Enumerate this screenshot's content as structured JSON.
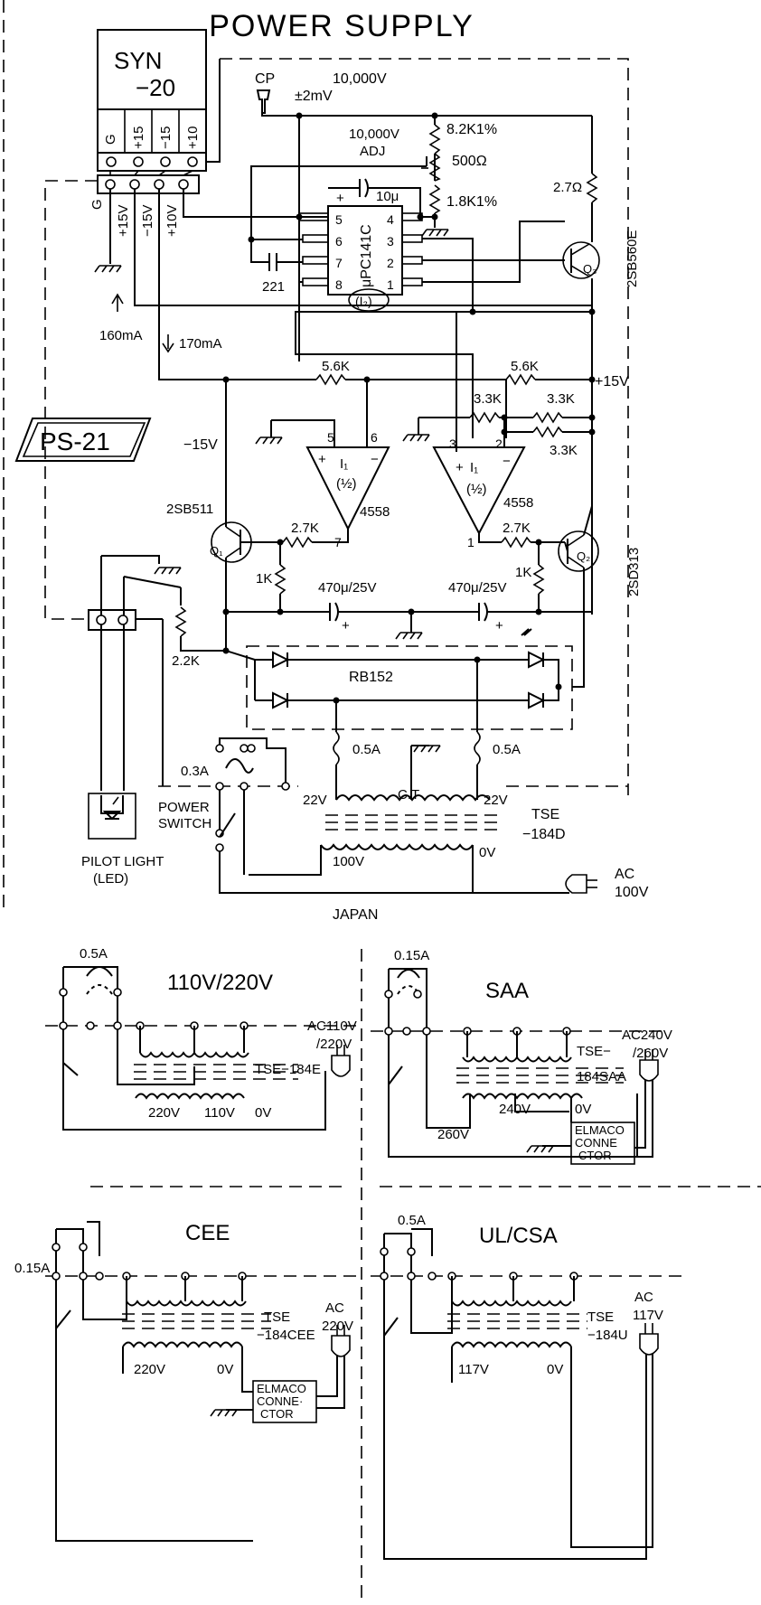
{
  "title": "POWER SUPPLY",
  "board": "PS-21",
  "module": {
    "name_top": "SYN",
    "name_bottom": "−20",
    "pins": [
      "G",
      "+15",
      "−15",
      "+10"
    ]
  },
  "connector_labels": [
    "G",
    "+15V",
    "−15V",
    "+10V"
  ],
  "currents": {
    "up": "160mA",
    "down": "170mA"
  },
  "reference": {
    "cp": "CP",
    "voltage": "10,000V",
    "tolerance": "±2mV",
    "adj_value": "10,000V",
    "adj": "ADJ",
    "r_top": "8.2K1%",
    "pot": "500Ω",
    "r_bottom": "1.8K1%",
    "cap": "10μ",
    "cap_plus": "+",
    "ic": "μPC141C",
    "ic_ref": "(I₂)",
    "pins_left": [
      "5",
      "6",
      "7",
      "8"
    ],
    "pins_right": [
      "4",
      "3",
      "2",
      "1"
    ],
    "c221": "221",
    "r_emitter": "2.7Ω",
    "q3": "2SB560E",
    "q3_label": "Q₃"
  },
  "regulator": {
    "rail_pos": "+15V",
    "rail_neg": "−15V",
    "r_fb_left": "5.6K",
    "r_fb_right": "5.6K",
    "r33a": "3.3K",
    "r33b": "3.3K",
    "r33c": "3.3K",
    "opamp_left": {
      "pin_a": "5",
      "pin_b": "6",
      "pin_out": "7",
      "label": "I₁",
      "half": "(½)",
      "part": "4558",
      "plus": "+",
      "minus": "−"
    },
    "opamp_right": {
      "pin_a": "3",
      "pin_b": "2",
      "pin_out": "1",
      "label": "I₁",
      "half": "(½)",
      "part": "4558",
      "plus": "+",
      "minus": "−"
    },
    "q1": "2SB511",
    "q1_label": "Q₁",
    "q2": "2SD313",
    "q2_label": "Q₂",
    "r27_left": "2.7K",
    "r27_right": "2.7K",
    "r1k_left": "1K",
    "r1k_right": "1K",
    "cap_left": "470μ/25V",
    "cap_right": "470μ/25V",
    "cap_plus": "+",
    "r22": "2.2K",
    "bridge": "RB152"
  },
  "mains": {
    "fuse_left": "0.5A",
    "fuse_right": "0.5A",
    "fuse_main": "0.3A",
    "power_switch": "POWER\nSWITCH",
    "sec_left": "22V",
    "sec_right": "22V",
    "ct": "C.T",
    "transformer": "TSE\n−184D",
    "primary": "100V",
    "zero": "0V",
    "plug": "AC\n100V",
    "region": "JAPAN",
    "pilot": "PILOT LIGHT\n(LED)"
  },
  "variants": [
    {
      "title": "110V/220V",
      "fuse": "0.5A",
      "transformer": "TSE−184E",
      "taps": [
        "220V",
        "110V",
        "0V"
      ],
      "plug": "AC110V\n/220V"
    },
    {
      "title": "SAA",
      "fuse": "0.15A",
      "transformer": "TSE−\n184SAA",
      "taps": [
        "260V",
        "240V",
        "0V"
      ],
      "plug": "AC240V\n/260V",
      "connector": "ELMACO\nCONNE\nCTOR"
    },
    {
      "title": "CEE",
      "fuse": "0.15A",
      "transformer": "TSE\n−184CEE",
      "taps": [
        "220V",
        "0V"
      ],
      "plug": "AC\n220V",
      "connector": "ELMACO\nCONNE\nCTOR"
    },
    {
      "title": "UL/CSA",
      "fuse": "0.5A",
      "transformer": "TSE\n−184U",
      "taps": [
        "117V",
        "0V"
      ],
      "plug": "AC\n117V"
    }
  ]
}
